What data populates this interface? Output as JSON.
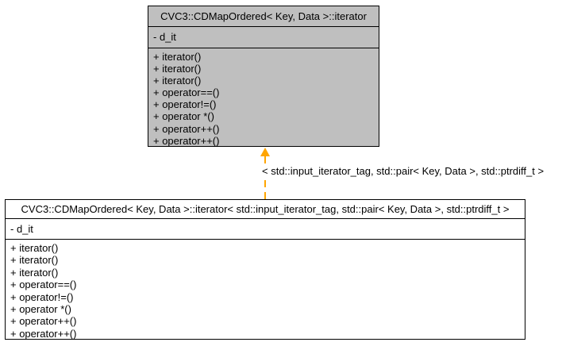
{
  "colors": {
    "background": "#ffffff",
    "border": "#000000",
    "text": "#000000",
    "focused_node_fill": "#bfbfbf",
    "node_fill": "#ffffff",
    "template_edge": "#ffa500"
  },
  "nodes": [
    {
      "title": "CVC3::CDMapOrdered< Key, Data >::iterator",
      "attributes": [
        "- d_it"
      ],
      "methods": [
        "+ iterator()",
        "+ iterator()",
        "+ iterator()",
        "+ operator==()",
        "+ operator!=()",
        "+ operator *()",
        "+ operator++()",
        "+ operator++()"
      ]
    },
    {
      "title": "CVC3::CDMapOrdered< Key, Data >::iterator< std::input_iterator_tag, std::pair< Key, Data >, std::ptrdiff_t >",
      "attributes": [
        "- d_it"
      ],
      "methods": [
        "+ iterator()",
        "+ iterator()",
        "+ iterator()",
        "+ operator==()",
        "+ operator!=()",
        "+ operator *()",
        "+ operator++()",
        "+ operator++()"
      ]
    }
  ],
  "edge": {
    "label": "< std::input_iterator_tag, std::pair< Key, Data >, std::ptrdiff_t >",
    "style": "dashed"
  }
}
